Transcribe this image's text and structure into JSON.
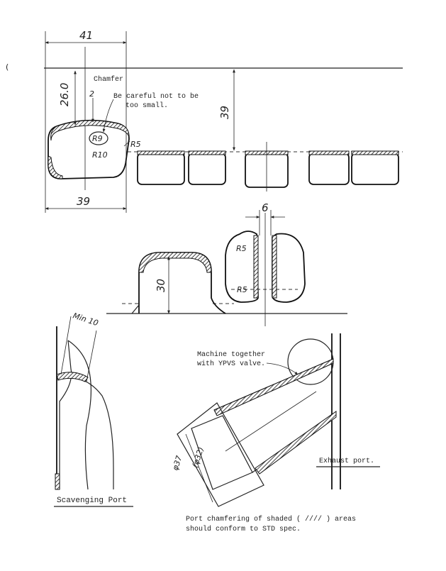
{
  "dimensions": {
    "top_width": "41",
    "top_height": "26.0",
    "chamfer_size": "2",
    "bottom_width": "39",
    "port_depth": "39",
    "rib_gap": "6",
    "bridge_height": "30",
    "min_thickness": "Min 10",
    "outer_diameter": "φ37",
    "inner_diameter": "(φ32)"
  },
  "radii": {
    "r9": "R9",
    "r10": "R10",
    "r5_top": "R5",
    "r5_upper": "R5",
    "r5_lower": "R5"
  },
  "labels": {
    "chamfer": "Chamfer",
    "careful_line1": "Be careful not to be",
    "careful_line2": "too small.",
    "machine_line1": "Machine together",
    "machine_line2": "with YPVS valve.",
    "exhaust_port": "Exhaust port.",
    "scavenging_port": "Scavenging Port",
    "footer_line1": "Port chamfering of shaded ( //// ) areas",
    "footer_line2": "should conform to STD spec."
  }
}
